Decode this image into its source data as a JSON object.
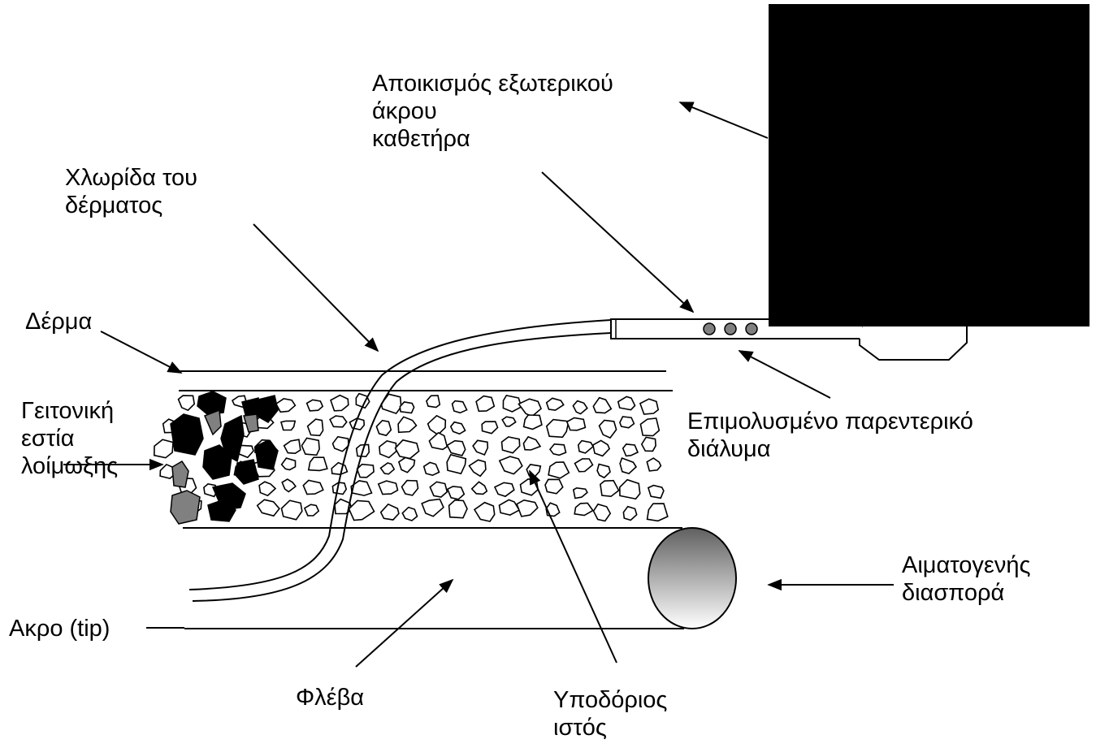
{
  "labels": {
    "exterior_colonization": [
      "Αποικισμός εξωτερικού",
      "άκρου",
      "καθετήρα"
    ],
    "skin_flora": [
      "Χλωρίδα του",
      "δέρματος"
    ],
    "skin": "Δέρμα",
    "nearby_infection": [
      "Γειτονική",
      "εστία",
      "λοίμωξης"
    ],
    "contaminated_infusate": [
      "Επιμολυσμένο παρεντερικό",
      "διάλυμα"
    ],
    "hematogenous_spread": [
      "Αιματογενής",
      "διασπορά"
    ],
    "tip": "Ακρο (tip)",
    "vein": "Φλέβα",
    "subcutaneous_tissue": [
      "Υποδόριος",
      "ιστός"
    ]
  },
  "colors": {
    "ink": "#000000",
    "infected_black": "#000000",
    "infected_gray": "#808080",
    "cell_fill": "#ffffff",
    "vein_gradient_dark": "#606060",
    "vein_gradient_light": "#ffffff"
  }
}
